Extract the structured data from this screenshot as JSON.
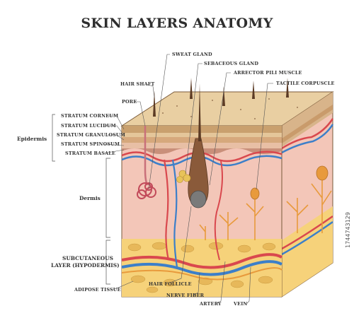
{
  "title": "SKIN LAYERS ANATOMY",
  "groups": {
    "epidermis": "Epidermis",
    "dermis": "Dermis",
    "subcutaneous_line1": "SUBCUTANEOUS",
    "subcutaneous_line2": "LAYER (HYPODERMIS)"
  },
  "epidermis_layers": [
    "STRATUM CORNEUM",
    "STRATUM LUCIDUM",
    "STRATUM GRANULOSUM",
    "STRATUM SPINOSUM",
    "STRATUM BASALE"
  ],
  "top_labels": {
    "sweat_gland": "SWEAT GLAND",
    "sebaceous_gland": "SEBACEOUS GLAND",
    "hair_shaft": "HAIR SHAFT",
    "arrector_pili": "ARRECTOR PILI MUSCLE",
    "tactile_corpuscle": "TACTILE CORPUSCLE",
    "pore": "PORE"
  },
  "bottom_labels": {
    "adipose_tissue": "ADIPOSE TISSUE",
    "hair_follicle": "HAIR FOLLICLE",
    "nerve_fiber": "NERVE FIBER",
    "artery": "ARTERY",
    "vein": "VEIN"
  },
  "stock_id": "1744743129",
  "colors": {
    "epidermis_tan": "#d8b48a",
    "dermis_pink": "#f3c6b8",
    "fat_yellow": "#f6d27a",
    "artery_red": "#d9484e",
    "vein_blue": "#3c7fc9",
    "nerve_orange": "#e89a3c",
    "follicle_brown": "#8a5a3a"
  }
}
